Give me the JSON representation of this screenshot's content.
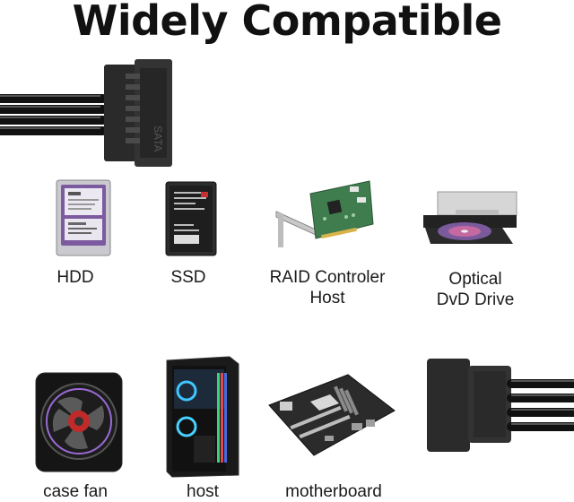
{
  "title": "Widely Compatible",
  "items": [
    {
      "label": "HDD",
      "icon": "hdd-icon"
    },
    {
      "label": "SSD",
      "icon": "ssd-icon"
    },
    {
      "label": "RAID Controler\nHost",
      "label_lines": [
        "RAID Controler",
        "Host"
      ],
      "icon": "raid-card-icon"
    },
    {
      "label_lines": [
        "Optical",
        "DvD Drive"
      ],
      "icon": "optical-drive-icon"
    },
    {
      "label": "case fan",
      "icon": "case-fan-icon"
    },
    {
      "label": "host",
      "icon": "pc-case-icon"
    },
    {
      "label": "motherboard",
      "icon": "motherboard-icon"
    }
  ],
  "connectors": [
    {
      "name": "sata-power-connector",
      "embossed_text": "SATA"
    },
    {
      "name": "molex-connector"
    }
  ]
}
